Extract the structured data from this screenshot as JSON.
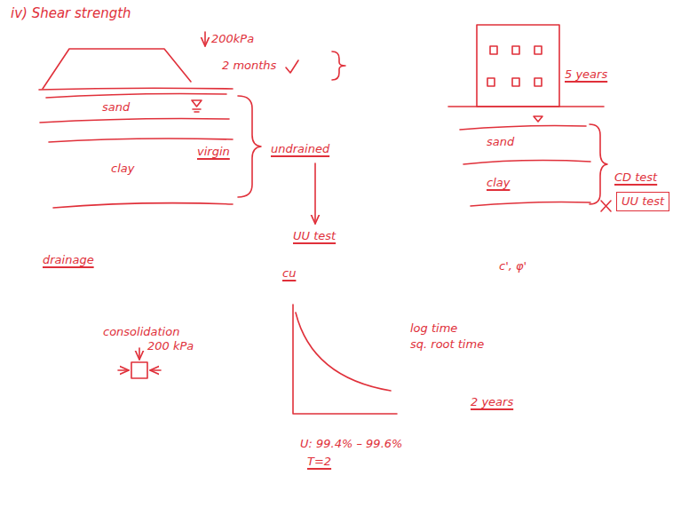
{
  "diagram": {
    "title": "iv) Shear strength",
    "nodes": [
      {
        "text": [
          "UU test"
        ]
      }
    ],
    "labels": [
      "200kPa",
      "2 months",
      "sand",
      "virgin",
      "clay",
      "undrained",
      "UU test",
      "cu",
      "drainage",
      "5 years",
      "sand",
      "clay",
      "CD test",
      "c', φ'",
      "consolidation",
      "200 kPa",
      "log time",
      "sq. root time",
      "2 years",
      "U: 99.4% – 99.6%",
      "T=2"
    ]
  }
}
